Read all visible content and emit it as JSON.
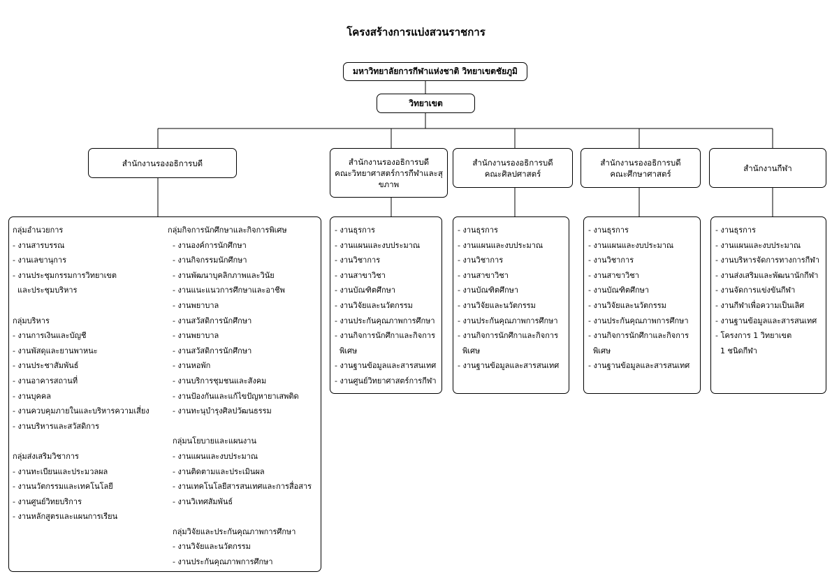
{
  "title": "โครงสร้างการแบ่งสวนราชการ",
  "university": "มหาวิทยาลัยการกีฬาแห่งชาติ วิทยาเขตชัยภูมิ",
  "campus": "วิทยาเขต",
  "offices": {
    "o1": {
      "lines": [
        "สำนักงานรองอธิการบดี"
      ]
    },
    "o2": {
      "lines": [
        "สำนักงานรองอธิการบดี",
        "คณะวิทยาศาสตร์การกีฬาและสุ",
        "ขภาพ"
      ]
    },
    "o3": {
      "lines": [
        "สำนักงานรองอธิการบดี",
        "คณะศิลปศาสตร์"
      ]
    },
    "o4": {
      "lines": [
        "สำนักงานรองอธิการบดี",
        "คณะศึกษาศาสตร์"
      ]
    },
    "o5": {
      "lines": [
        "สำนักงานกีฬา"
      ]
    }
  },
  "lists": {
    "o1_left": [
      "กลุ่มอำนวยการ",
      "- งานสารบรรณ",
      "- งานเลขานุการ",
      "- งานประชุมกรรมการวิทยาเขต",
      "  และประชุมบริหาร",
      "",
      "กลุ่มบริหาร",
      "- งานการเงินและบัญชี",
      "- งานพัสดุและยานพาหนะ",
      "- งานประชาสัมพันธ์",
      "- งานอาคารสถานที่",
      "- งานบุคคล",
      "- งานควบคุมภายในและบริหารความเสี่ยง",
      "- งานบริหารและสวัสดิการ",
      "",
      "กลุ่มส่งเสริมวิชาการ",
      "- งานทะเบียนและประมวลผล",
      "- งานนวัตกรรมและเทคโนโลยี",
      "- งานศูนย์วิทยบริการ",
      "- งานหลักสูตรและแผนการเรียน"
    ],
    "o1_right": [
      "กลุ่มกิจการนักศึกษาและกิจการพิเศษ",
      "  - งานองค์การนักศึกษา",
      "  - งานกิจกรรมนักศึกษา",
      "  - งานพัฒนาบุคลิกภาพและวินัย",
      "  - งานแนะแนวการศึกษาและอาชีพ",
      "  - งานพยาบาล",
      "  - งานสวัสดิการนักศึกษา",
      "  - งานพยาบาล",
      "  - งานสวัสดิการนักศึกษา",
      "  - งานหอพัก",
      "  - งานบริการชุมชนและสังคม",
      "  - งานป้องกันและแก้ไขปัญหายาเสพติด",
      "  - งานทะนุบำรุงศิลปวัฒนธรรม",
      "",
      "  กลุ่มนโยบายและแผนงาน",
      "  - งานแผนและงบประมาณ",
      "  - งานติดตามและประเมินผล",
      "  - งานเทคโนโลยีสารสนเทศและการสื่อสาร",
      "  - งานวิเทศสัมพันธ์",
      "",
      "  กลุ่มวิจัยและประกันคุณภาพการศึกษา",
      "  - งานวิจัยและนวัตกรรม",
      "  - งานประกันคุณภาพการศึกษา"
    ],
    "o2": [
      "- งานธุรการ",
      "- งานแผนและงบประมาณ",
      "- งานวิชาการ",
      "- งานสาขาวิชา",
      "- งานบัณฑิตศึกษา",
      "- งานวิจัยและนวัตกรรม",
      "- งานประกันคุณภาพการศึกษา",
      "- งานกิจการนักศึกาและกิจการ",
      "  พิเศษ",
      "- งานฐานข้อมูลและสารสนเทศ",
      "- งานศูนย์วิทยาศาสตร์การกีฬา"
    ],
    "o3": [
      "- งานธุรการ",
      "- งานแผนและงบประมาณ",
      "- งานวิชาการ",
      "- งานสาขาวิชา",
      "- งานบัณฑิตศึกษา",
      "- งานวิจัยและนวัตกรรม",
      "- งานประกันคุณภาพการศึกษา",
      "- งานกิจการนักศึกาและกิจการ",
      "  พิเศษ",
      "- งานฐานข้อมูลและสารสนเทศ"
    ],
    "o4": [
      "- งานธุรการ",
      "- งานแผนและงบประมาณ",
      "- งานวิชาการ",
      "- งานสาขาวิชา",
      "- งานบัณฑิตศึกษา",
      "- งานวิจัยและนวัตกรรม",
      "- งานประกันคุณภาพการศึกษา",
      "- งานกิจการนักศึกาและกิจการ",
      "  พิเศษ",
      "- งานฐานข้อมูลและสารสนเทศ"
    ],
    "o5": [
      "- งานธุรการ",
      "- งานแผนและงบประมาณ",
      "- งานบริหารจัดการทางการกีฬา",
      "- งานส่งเสริมและพัฒนานักกีฬา",
      "- งานจัดการแข่งขันกีฬา",
      "- งานกีฬาเพื่อความเป็นเลิศ",
      "- งานฐานข้อมูลและสารสนเทศ",
      "- โครงการ 1 วิทยาเขต",
      "  1 ชนิดกีฬา"
    ]
  }
}
